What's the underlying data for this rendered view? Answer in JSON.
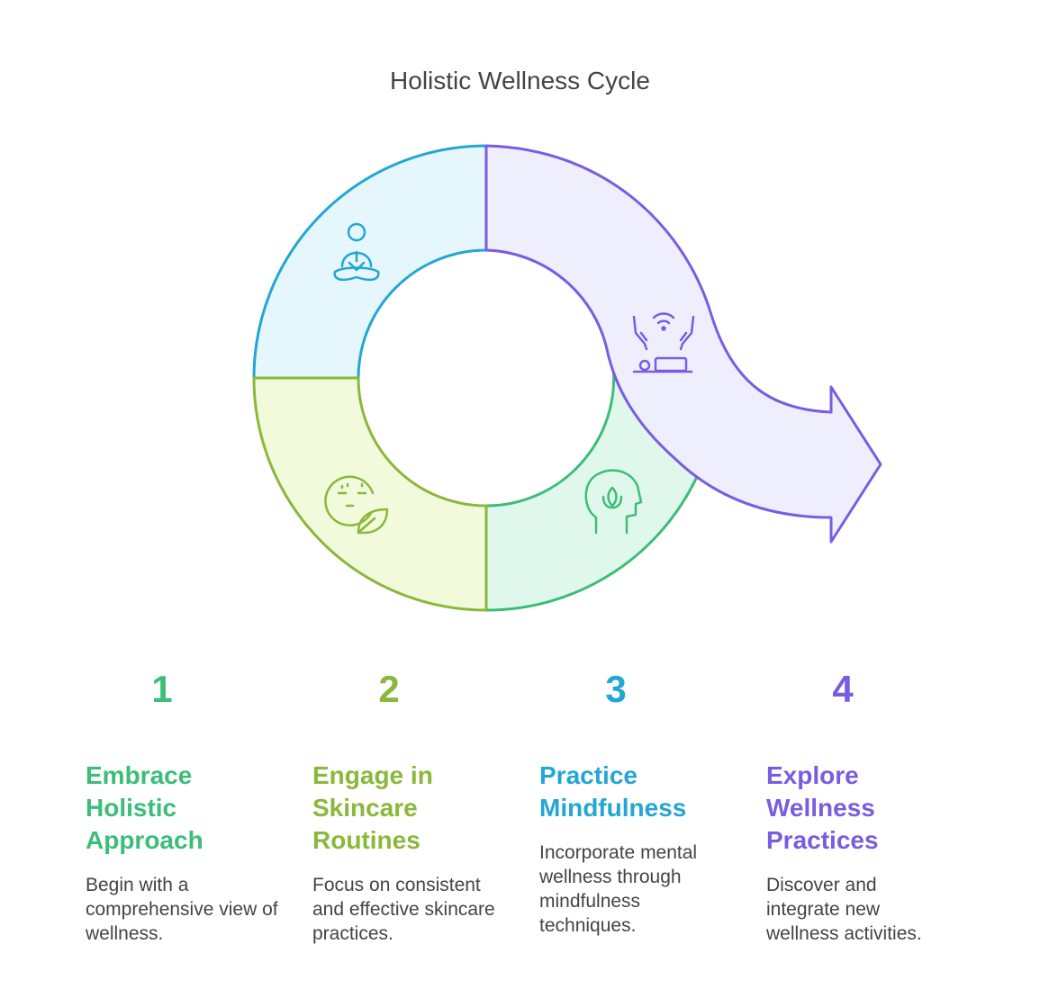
{
  "title": "Holistic Wellness Cycle",
  "icons": {
    "segment_1": "meditation-icon",
    "segment_2": "face-leaf-icon",
    "segment_3": "mindful-head-lotus-icon",
    "segment_4": "spa-treatment-icon"
  },
  "steps": [
    {
      "number": "1",
      "title": "Embrace Holistic Approach",
      "description": "Begin with a comprehensive view of wellness.",
      "color": "#3cbd78"
    },
    {
      "number": "2",
      "title": "Engage in Skincare Routines",
      "description": "Focus on consistent and effective skincare practices.",
      "color": "#8ab83b"
    },
    {
      "number": "3",
      "title": "Practice Mindfulness",
      "description": "Incorporate mental wellness through mindfulness techniques.",
      "color": "#24a6d4"
    },
    {
      "number": "4",
      "title": "Explore Wellness Practices",
      "description": "Discover and integrate new wellness activities.",
      "color": "#7a5ce0"
    }
  ],
  "colors": {
    "blue_fill": "#e5f6fc",
    "blue_stroke": "#24a6d4",
    "green_fill": "#f2fadc",
    "green_stroke": "#8ab83b",
    "mint_fill": "#e0f8ec",
    "mint_stroke": "#3cbd78",
    "purple_fill": "#efeefc",
    "purple_stroke": "#7a5ce0"
  }
}
